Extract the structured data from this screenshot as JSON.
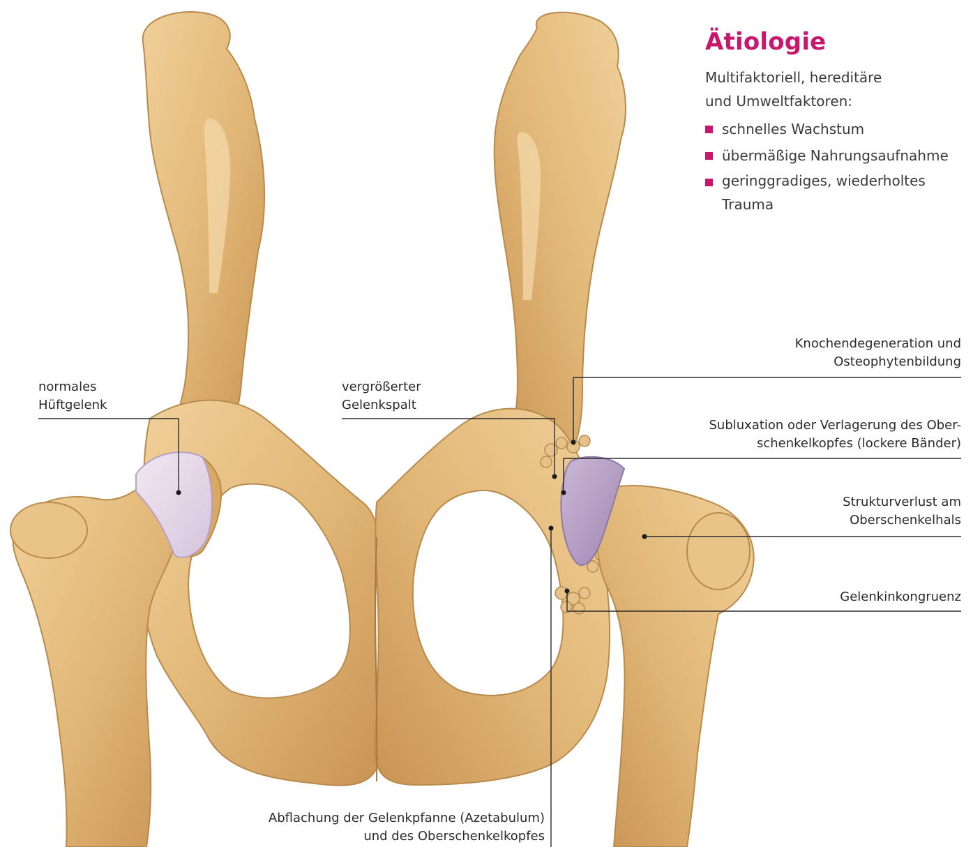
{
  "etiology": {
    "title": "Ätiologie",
    "intro": "Multifaktoriell, hereditäre\nund Umweltfaktoren:",
    "bullets": [
      "schnelles Wachstum",
      "übermäßige Nahrungsaufnahme",
      "geringgradiges, wiederholtes Trauma"
    ],
    "accent_color": "#c8186e"
  },
  "labels": {
    "normal_joint": "normales\nHüftgelenk",
    "enlarged_gap": "vergrößerter\nGelenkspalt",
    "bone_degeneration": "Knochendegeneration und\nOsteophytenbildung",
    "subluxation": "Subluxation oder Verlagerung des Ober-\nschenkelkopfes (lockere Bänder)",
    "structure_loss": "Strukturverlust am\nOberschenkelhals",
    "incongruence": "Gelenkinkongruenz",
    "flattening": "Abflachung der Gelenkpfanne (Azetabulum)\nund des Oberschenkelkopfes"
  },
  "colors": {
    "bone": "#e2b878",
    "bone_shadow": "#c08a48",
    "cartilage": "#e6d8ea",
    "cartilage_damaged": "#b6a0c4",
    "leader_line": "#2a2a2a"
  }
}
